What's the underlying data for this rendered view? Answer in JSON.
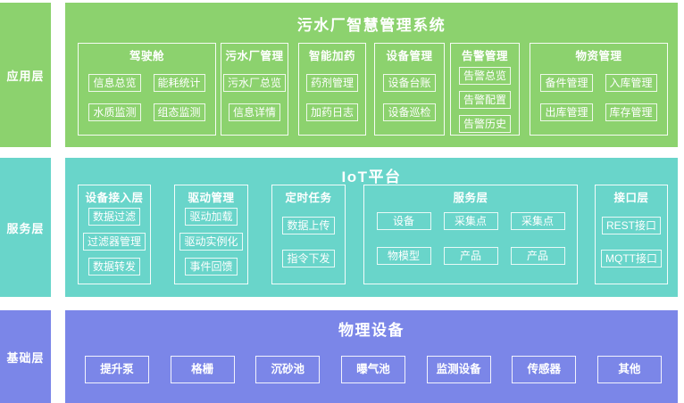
{
  "colors": {
    "application_layer": "#8CD26E",
    "service_layer": "#69D5CA",
    "base_layer": "#7B86E8",
    "text": "#FFFFFF",
    "background": "#FFFFFF"
  },
  "layers": {
    "app": {
      "sidebar_label": "应用层",
      "title": "污水厂智慧管理系统",
      "groups": [
        {
          "title": "驾驶舱",
          "items": [
            "信息总览",
            "能耗统计",
            "水质监测",
            "组态监测"
          ]
        },
        {
          "title": "污水厂管理",
          "items": [
            "污水厂总览",
            "信息详情"
          ]
        },
        {
          "title": "智能加药",
          "items": [
            "药剂管理",
            "加药日志"
          ]
        },
        {
          "title": "设备管理",
          "items": [
            "设备台账",
            "设备巡检"
          ]
        },
        {
          "title": "告警管理",
          "items": [
            "告警总览",
            "告警配置",
            "告警历史"
          ]
        },
        {
          "title": "物资管理",
          "items": [
            "备件管理",
            "入库管理",
            "出库管理",
            "库存管理"
          ]
        }
      ]
    },
    "service": {
      "sidebar_label": "服务层",
      "title": "IoT平台",
      "groups": [
        {
          "title": "设备接入层",
          "items": [
            "数据过滤",
            "过滤器管理",
            "数据转发"
          ]
        },
        {
          "title": "驱动管理",
          "items": [
            "驱动加载",
            "驱动实例化",
            "事件回馈"
          ]
        },
        {
          "title": "定时任务",
          "items": [
            "数据上传",
            "指令下发"
          ]
        },
        {
          "title": "服务层",
          "items": [
            "设备",
            "采集点",
            "采集点",
            "物模型",
            "产品",
            "产品"
          ]
        },
        {
          "title": "接口层",
          "items": [
            "REST接口",
            "MQTT接口"
          ]
        }
      ]
    },
    "base": {
      "sidebar_label": "基础层",
      "title": "物理设备",
      "items": [
        "提升泵",
        "格栅",
        "沉砂池",
        "曝气池",
        "监测设备",
        "传感器",
        "其他"
      ]
    }
  }
}
